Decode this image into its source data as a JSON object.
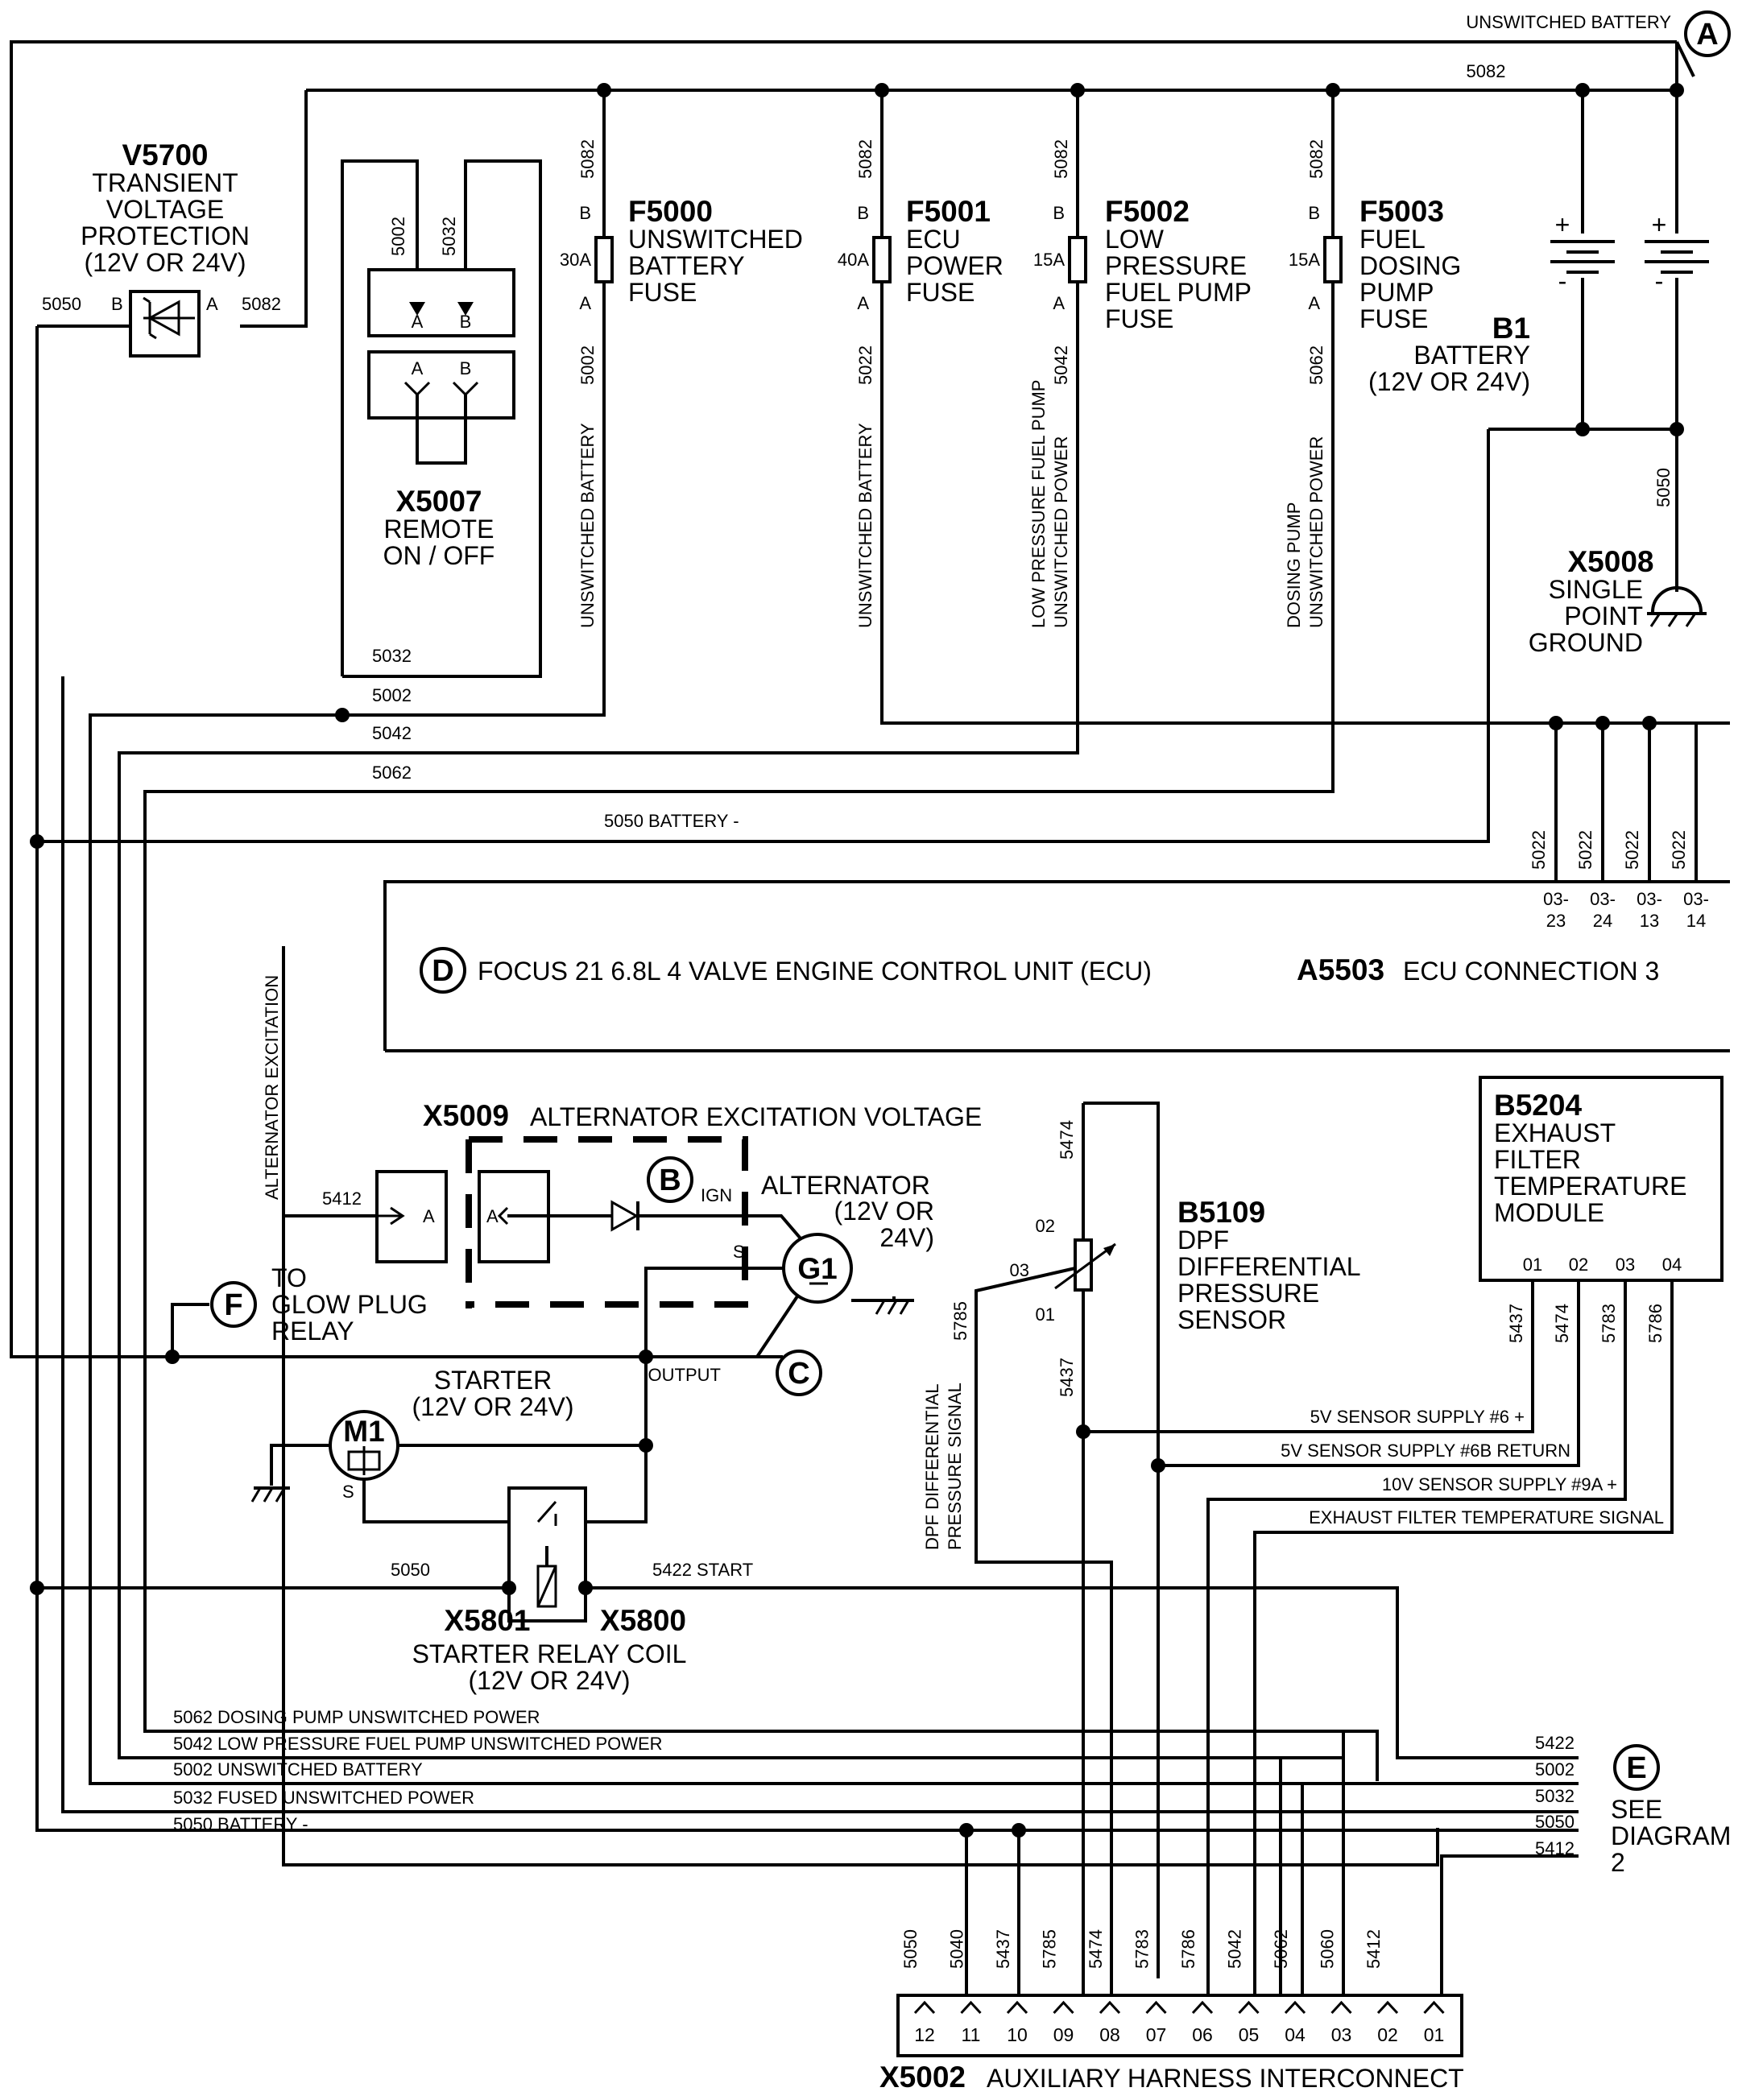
{
  "top": {
    "unswitched_battery": "UNSWITCHED BATTERY",
    "marker_a": "A",
    "wire_5082": "5082"
  },
  "v5700": {
    "id": "V5700",
    "l1": "TRANSIENT",
    "l2": "VOLTAGE",
    "l3": "PROTECTION",
    "l4": "(12V OR 24V)",
    "wire_left": "5050",
    "pin_b": "B",
    "pin_a": "A",
    "wire_right": "5082"
  },
  "x5007": {
    "id": "X5007",
    "l1": "REMOTE",
    "l2": "ON / OFF",
    "wire_a": "5002",
    "wire_b": "5032",
    "pin_a": "A",
    "pin_b": "B"
  },
  "fuses": [
    {
      "id": "F5000",
      "l1": "UNSWITCHED",
      "l2": "BATTERY",
      "l3": "FUSE",
      "l4": "",
      "rating": "30A",
      "wire_top": "5082",
      "wire_bot": "5002",
      "vlabel1": "UNSWITCHED BATTERY",
      "vlabel2": "",
      "pin_b": "B",
      "pin_a": "A"
    },
    {
      "id": "F5001",
      "l1": "ECU",
      "l2": "POWER",
      "l3": "FUSE",
      "l4": "",
      "rating": "40A",
      "wire_top": "5082",
      "wire_bot": "5022",
      "vlabel1": "UNSWITCHED BATTERY",
      "vlabel2": "",
      "pin_b": "B",
      "pin_a": "A"
    },
    {
      "id": "F5002",
      "l1": "LOW",
      "l2": "PRESSURE",
      "l3": "FUEL PUMP",
      "l4": "FUSE",
      "rating": "15A",
      "wire_top": "5082",
      "wire_bot": "5042",
      "vlabel1": "LOW PRESSURE FUEL PUMP",
      "vlabel2": "UNSWITCHED POWER",
      "pin_b": "B",
      "pin_a": "A"
    },
    {
      "id": "F5003",
      "l1": "FUEL",
      "l2": "DOSING",
      "l3": "PUMP",
      "l4": "FUSE",
      "rating": "15A",
      "wire_top": "5082",
      "wire_bot": "5062",
      "vlabel1": "DOSING PUMP",
      "vlabel2": "UNSWITCHED POWER",
      "pin_b": "B",
      "pin_a": "A"
    }
  ],
  "b1": {
    "id": "B1",
    "l1": "BATTERY",
    "l2": "(12V OR 24V)",
    "plus": "+",
    "minus": "-"
  },
  "x5008": {
    "id": "X5008",
    "l1": "SINGLE",
    "l2": "POINT",
    "l3": "GROUND",
    "wire": "5050"
  },
  "bus": {
    "w5032": "5032",
    "w5002": "5002",
    "w5042": "5042",
    "w5062": "5062",
    "w5050": "5050 BATTERY -"
  },
  "ecu": {
    "marker": "D",
    "title": "FOCUS 21 6.8L 4 VALVE ENGINE CONTROL UNIT (ECU)",
    "conn_id": "A5503",
    "conn_name": "ECU CONNECTION 3",
    "pins": [
      {
        "wire": "5022",
        "l1": "03-",
        "l2": "23"
      },
      {
        "wire": "5022",
        "l1": "03-",
        "l2": "24"
      },
      {
        "wire": "5022",
        "l1": "03-",
        "l2": "13"
      },
      {
        "wire": "5022",
        "l1": "03-",
        "l2": "14"
      }
    ]
  },
  "x5009": {
    "id": "X5009",
    "name": "ALTERNATOR EXCITATION VOLTAGE",
    "vlabel": "ALTERNATOR EXCITATION",
    "wire": "5412",
    "pin_a": "A"
  },
  "alternator": {
    "marker_b": "B",
    "ign": "IGN",
    "l1": "ALTERNATOR",
    "l2": "(12V OR",
    "l3": "24V)",
    "id": "G1",
    "s": "S",
    "output": "OUTPUT",
    "marker_c": "C"
  },
  "glow": {
    "marker": "F",
    "l1": "TO",
    "l2": "GLOW PLUG",
    "l3": "RELAY"
  },
  "starter": {
    "l1": "STARTER",
    "l2": "(12V OR 24V)",
    "id": "M1",
    "s": "S"
  },
  "relay": {
    "left_id": "X5801",
    "right_id": "X5800",
    "l1": "STARTER RELAY COIL",
    "l2": "(12V OR 24V)",
    "wire_left": "5050",
    "wire_right": "5422 START"
  },
  "b5109": {
    "id": "B5109",
    "l1": "DPF",
    "l2": "DIFFERENTIAL",
    "l3": "PRESSURE",
    "l4": "SENSOR",
    "w_top": "5474",
    "w_left": "5785",
    "w_bot": "5437",
    "p02": "02",
    "p03": "03",
    "p01": "01",
    "vlabel1": "DPF DIFFERENTIAL",
    "vlabel2": "PRESSURE SIGNAL"
  },
  "b5204": {
    "id": "B5204",
    "l1": "EXHAUST",
    "l2": "FILTER",
    "l3": "TEMPERATURE",
    "l4": "MODULE",
    "pins": [
      "01",
      "02",
      "03",
      "04"
    ],
    "wires": [
      "5437",
      "5474",
      "5783",
      "5786"
    ]
  },
  "signals": {
    "s1": "5V SENSOR SUPPLY #6 +",
    "s2": "5V SENSOR SUPPLY #6B RETURN",
    "s3": "10V SENSOR SUPPLY #9A +",
    "s4": "EXHAUST FILTER TEMPERATURE SIGNAL"
  },
  "lower_bus": {
    "l1": "5062 DOSING PUMP UNSWITCHED POWER",
    "l2": "5042 LOW PRESSURE FUEL PUMP UNSWITCHED POWER",
    "l3": "5002 UNSWITCHED BATTERY",
    "l4": "5032 FUSED UNSWITCHED POWER",
    "l5": "5050 BATTERY -"
  },
  "diagram2": {
    "marker": "E",
    "see": "SEE",
    "diagram": "DIAGRAM",
    "num": "2",
    "wires": [
      "5422",
      "5002",
      "5032",
      "5050",
      "5412"
    ]
  },
  "x5002": {
    "id": "X5002",
    "name": "AUXILIARY HARNESS INTERCONNECT",
    "pins": [
      "12",
      "11",
      "10",
      "09",
      "08",
      "07",
      "06",
      "05",
      "04",
      "03",
      "02",
      "01"
    ],
    "wires": [
      "5050",
      "5040",
      "5437",
      "5785",
      "5474",
      "5783",
      "5786",
      "5042",
      "5062",
      "5060",
      "5412"
    ]
  }
}
